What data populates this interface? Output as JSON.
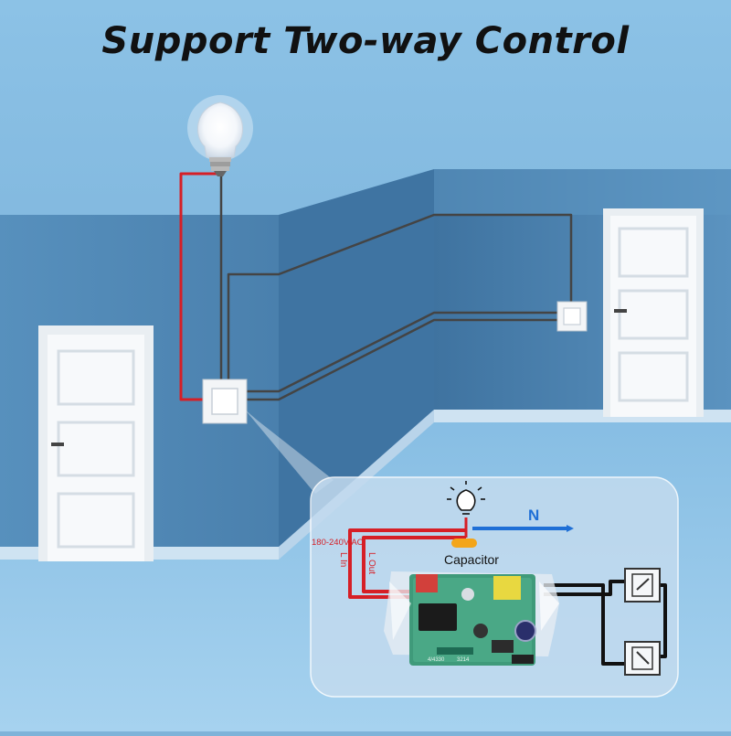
{
  "title": "Support Two-way Control",
  "diagram": {
    "voltage_label": "180-240V AC",
    "l_in_label": "L In",
    "l_out_label": "L Out",
    "neutral_label": "N",
    "capacitor_label": "Capacitor",
    "pcb_marking_1": "4/4330",
    "pcb_marking_2": "3214"
  },
  "colors": {
    "live_wire": "#d61f26",
    "neutral_wire": "#1f6fd6",
    "switch_wire": "#111111",
    "capacitor": "#f3a51a",
    "pcb": "#3f9a7a",
    "wall": "#4f86b3",
    "floor": "#86bde3"
  }
}
